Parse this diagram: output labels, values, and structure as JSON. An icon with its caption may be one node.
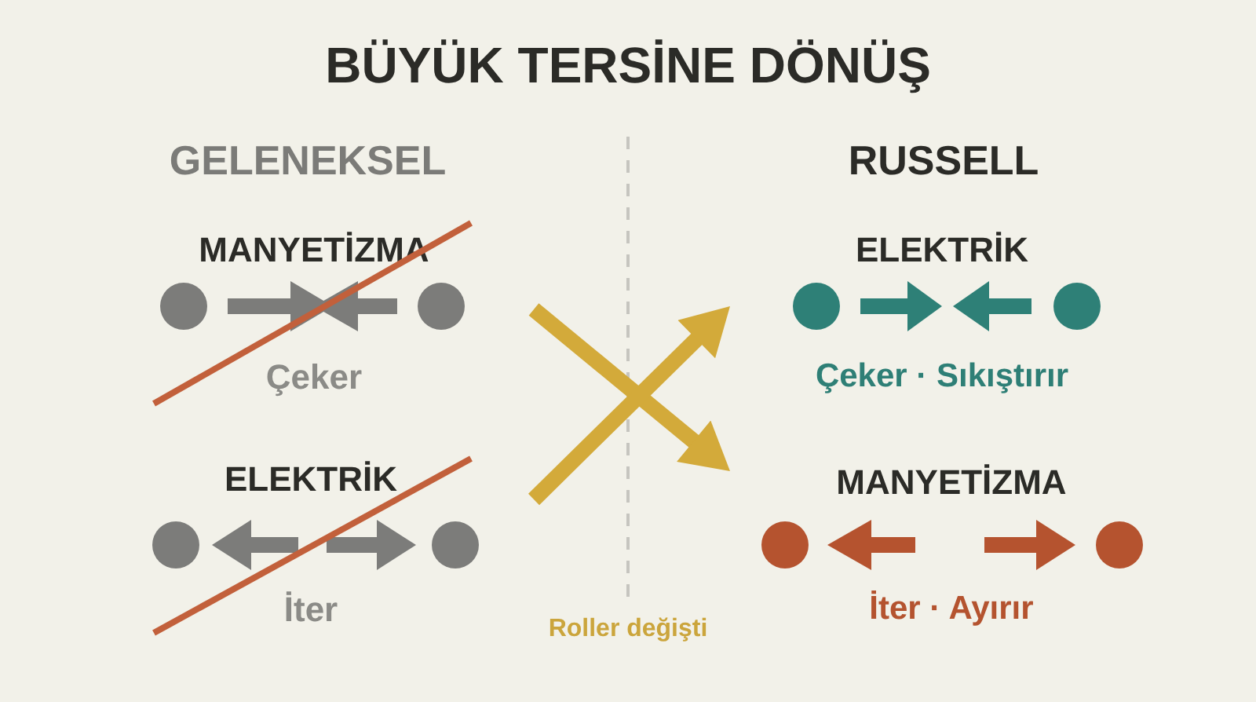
{
  "diagram": {
    "title": "BÜYÜK TERSİNE DÖNÜŞ",
    "nodes": [
      {
        "text": [
          "MANYETİZMA",
          "Çeker"
        ]
      },
      {
        "text": [
          "ELEKTRİK",
          "Çeker · Sıkıştırır"
        ]
      },
      {
        "text": [
          "ELEKTRİK",
          "İter"
        ]
      },
      {
        "text": [
          "MANYETİZMA",
          "İter · Ayırır"
        ]
      }
    ],
    "edges": [
      {
        "from": 0,
        "to": 3,
        "arrow": "to"
      },
      {
        "from": 2,
        "to": 1,
        "arrow": "to"
      }
    ],
    "labels": [
      "GELENEKSEL",
      "RUSSELL",
      "Roller değişti"
    ]
  }
}
